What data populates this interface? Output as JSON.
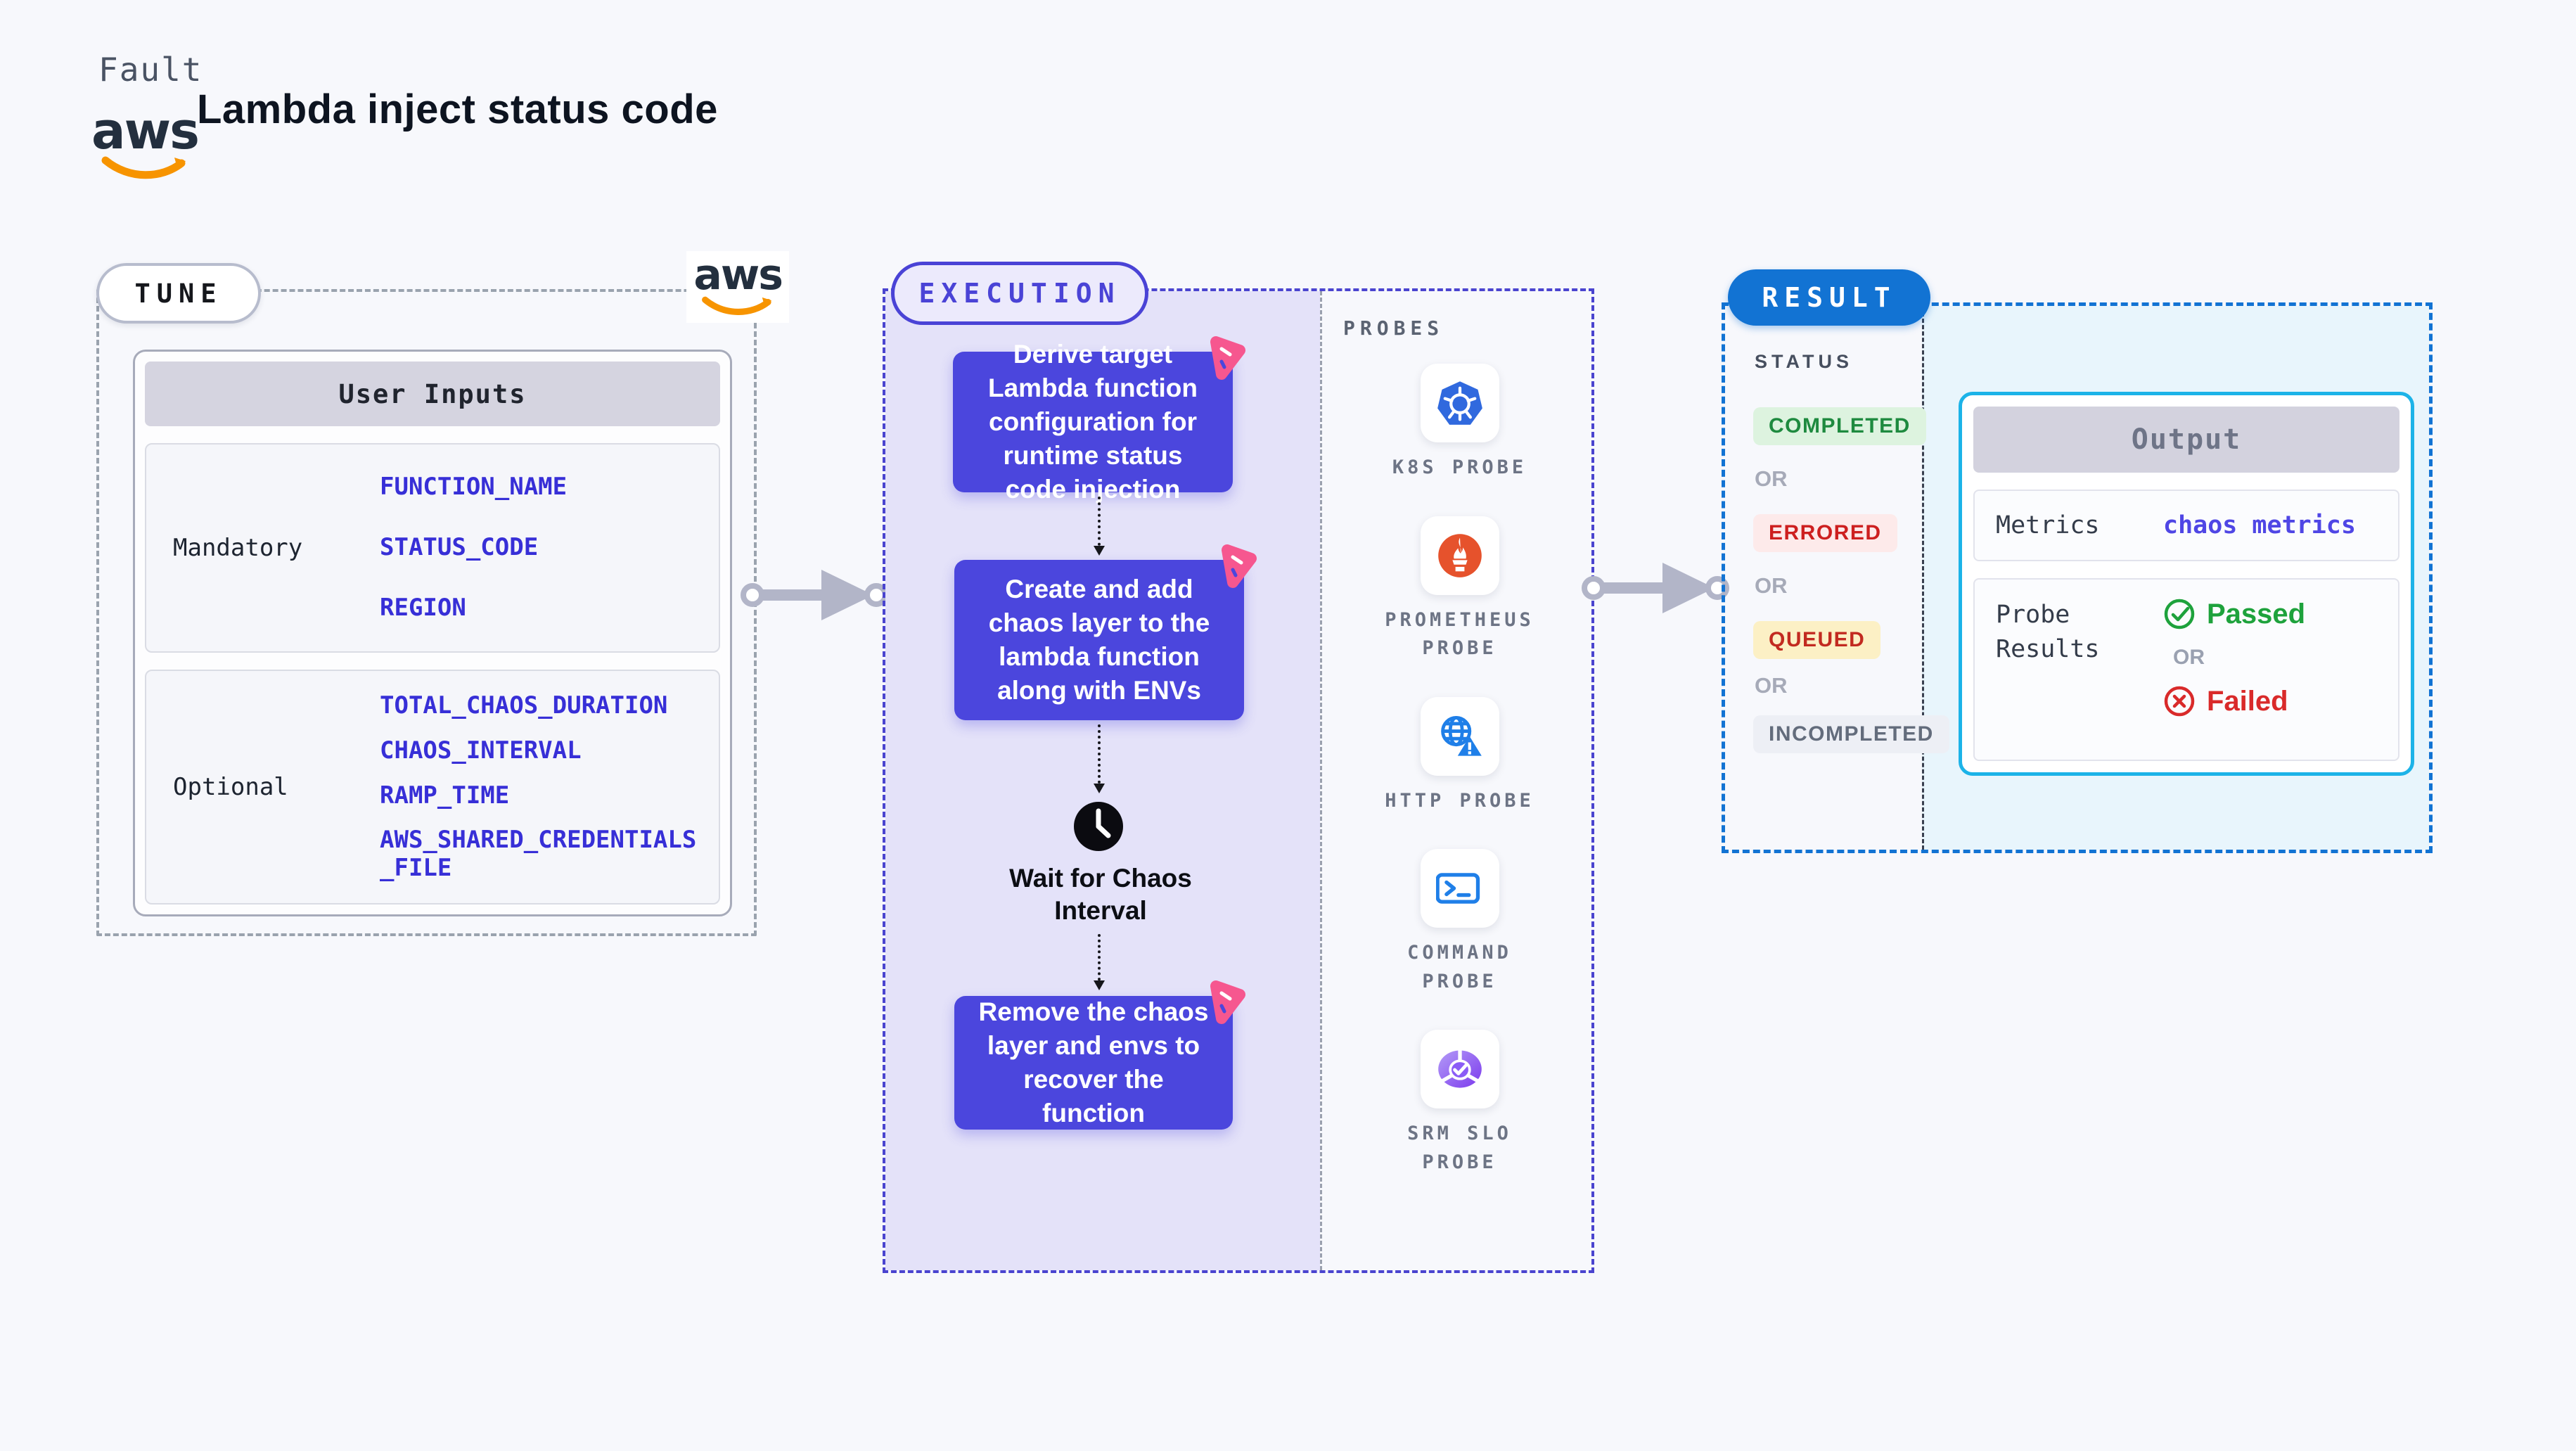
{
  "header": {
    "kicker": "Fault",
    "title": "Lambda inject status code",
    "aws_logo": "aws"
  },
  "tune": {
    "pill": "TUNE",
    "aws_logo": "aws",
    "user_inputs": {
      "header": "User Inputs",
      "mandatory_label": "Mandatory",
      "mandatory_values": [
        "FUNCTION_NAME",
        "STATUS_CODE",
        "REGION"
      ],
      "optional_label": "Optional",
      "optional_values": [
        "TOTAL_CHAOS_DURATION",
        "CHAOS_INTERVAL",
        "RAMP_TIME",
        "AWS_SHARED_CREDENTIALS_FILE"
      ]
    }
  },
  "execution": {
    "pill": "EXECUTION",
    "step1": "Derive target Lambda function configuration for runtime status code injection",
    "step2": "Create and add chaos layer to the lambda function along with ENVs",
    "wait": "Wait for Chaos Interval",
    "step3": "Remove the chaos layer and envs to recover the function"
  },
  "probes": {
    "heading": "PROBES",
    "items": [
      {
        "name": "K8S PROBE",
        "icon": "kubernetes-icon"
      },
      {
        "name": "PROMETHEUS PROBE",
        "icon": "prometheus-icon"
      },
      {
        "name": "HTTP PROBE",
        "icon": "http-globe-icon"
      },
      {
        "name": "COMMAND PROBE",
        "icon": "terminal-icon"
      },
      {
        "name": "SRM SLO PROBE",
        "icon": "srm-slo-gauge-icon"
      }
    ]
  },
  "result": {
    "pill": "RESULT",
    "status_heading": "STATUS",
    "or": "OR",
    "statuses": [
      {
        "label": "COMPLETED"
      },
      {
        "label": "ERRORED"
      },
      {
        "label": "QUEUED"
      },
      {
        "label": "INCOMPLETED"
      }
    ],
    "output": {
      "header": "Output",
      "metrics_label": "Metrics",
      "metrics_value": "chaos metrics",
      "probe_results_label": "Probe Results",
      "passed": "Passed",
      "failed": "Failed"
    }
  },
  "colors": {
    "page_bg": "#f7f8fc",
    "accent_indigo": "#4b46dd",
    "lavender_bg": "#e4e2f9",
    "result_blue": "#1273d3",
    "cyan_border": "#1cb3e8",
    "cyan_bg": "#e8f5fc",
    "pink_badge": "#f6578f",
    "aws_orange": "#f79400",
    "value_indigo": "#372fd7",
    "completed_green": "#1e8a3f",
    "errored_red": "#cd1f1f",
    "queued_red": "#c22a20",
    "incompleted_grey": "#636c7c",
    "passed_green": "#1ea23c",
    "failed_red": "#d92a2a"
  }
}
